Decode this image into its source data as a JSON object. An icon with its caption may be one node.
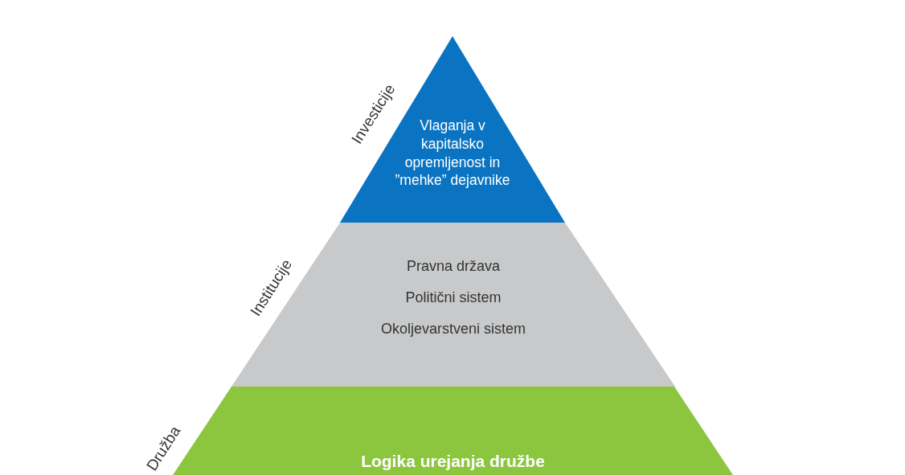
{
  "diagram": {
    "nodes": [
      {
        "text": [
          "Vlaganja v kapitalsko opremljenost in ”mehke” dejavnike"
        ],
        "beside": [
          "Investicije"
        ]
      },
      {
        "text": [
          "Pravna država",
          "Politični sistem",
          "Okoljevarstveni sistem"
        ],
        "beside": [
          "Institucije"
        ]
      },
      {
        "text": [
          "Logika urejanja družbe"
        ],
        "beside": [
          "Družba"
        ]
      }
    ],
    "edges": []
  }
}
